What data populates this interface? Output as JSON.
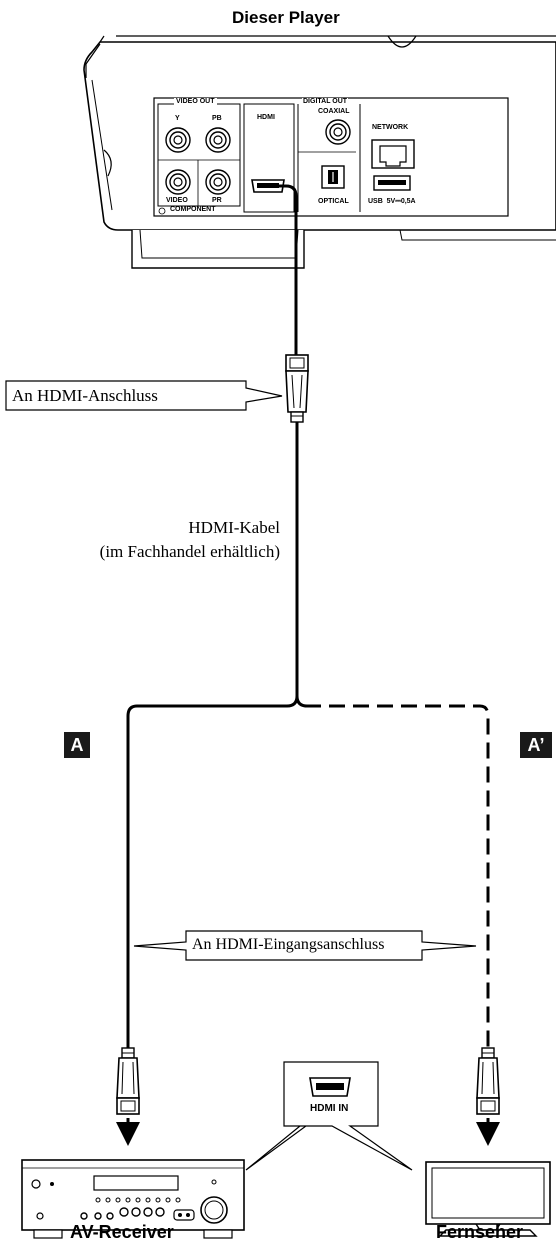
{
  "titles": {
    "player": "Dieser Player",
    "receiver": "AV-Receiver",
    "tv": "Fernseher"
  },
  "player_panel": {
    "video_out": "VIDEO OUT",
    "y": "Y",
    "pb": "PB",
    "pr": "PR",
    "video": "VIDEO",
    "component": "COMPONENT",
    "hdmi": "HDMI",
    "digital_out": "DIGITAL OUT",
    "coaxial": "COAXIAL",
    "optical": "OPTICAL",
    "network": "NETWORK",
    "usb": "USB  5V⎓0,5A"
  },
  "callouts": {
    "hdmi_port": "An HDMI-Anschluss",
    "hdmi_input": "An HDMI-Eingangsanschluss"
  },
  "cable": {
    "line1": "HDMI-Kabel",
    "line2": "(im Fachhandel erhältlich)"
  },
  "badges": {
    "a": "A",
    "a_prime": "A’"
  },
  "hdmi_in_label": "HDMI IN"
}
